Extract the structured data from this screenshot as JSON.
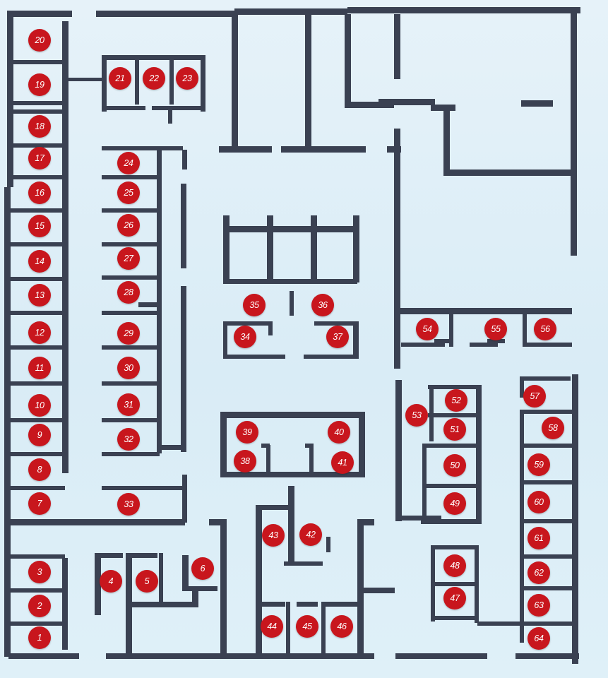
{
  "colors": {
    "wall": "#3a4152",
    "marker": "#c8161d",
    "marker_text": "#ffffff"
  },
  "rooms": [
    {
      "label": "1"
    },
    {
      "label": "2"
    },
    {
      "label": "3"
    },
    {
      "label": "4"
    },
    {
      "label": "5"
    },
    {
      "label": "6"
    },
    {
      "label": "7"
    },
    {
      "label": "8"
    },
    {
      "label": "9"
    },
    {
      "label": "10"
    },
    {
      "label": "11"
    },
    {
      "label": "12"
    },
    {
      "label": "13"
    },
    {
      "label": "14"
    },
    {
      "label": "15"
    },
    {
      "label": "16"
    },
    {
      "label": "17"
    },
    {
      "label": "18"
    },
    {
      "label": "19"
    },
    {
      "label": "20"
    },
    {
      "label": "21"
    },
    {
      "label": "22"
    },
    {
      "label": "23"
    },
    {
      "label": "24"
    },
    {
      "label": "25"
    },
    {
      "label": "26"
    },
    {
      "label": "27"
    },
    {
      "label": "28"
    },
    {
      "label": "29"
    },
    {
      "label": "30"
    },
    {
      "label": "31"
    },
    {
      "label": "32"
    },
    {
      "label": "33"
    },
    {
      "label": "34"
    },
    {
      "label": "35"
    },
    {
      "label": "36"
    },
    {
      "label": "37"
    },
    {
      "label": "38"
    },
    {
      "label": "39"
    },
    {
      "label": "40"
    },
    {
      "label": "41"
    },
    {
      "label": "42"
    },
    {
      "label": "43"
    },
    {
      "label": "44"
    },
    {
      "label": "45"
    },
    {
      "label": "46"
    },
    {
      "label": "47"
    },
    {
      "label": "48"
    },
    {
      "label": "49"
    },
    {
      "label": "50"
    },
    {
      "label": "51"
    },
    {
      "label": "52"
    },
    {
      "label": "53"
    },
    {
      "label": "54"
    },
    {
      "label": "55"
    },
    {
      "label": "56"
    },
    {
      "label": "57"
    },
    {
      "label": "58"
    },
    {
      "label": "59"
    },
    {
      "label": "60"
    },
    {
      "label": "61"
    },
    {
      "label": "62"
    },
    {
      "label": "63"
    },
    {
      "label": "64"
    }
  ]
}
